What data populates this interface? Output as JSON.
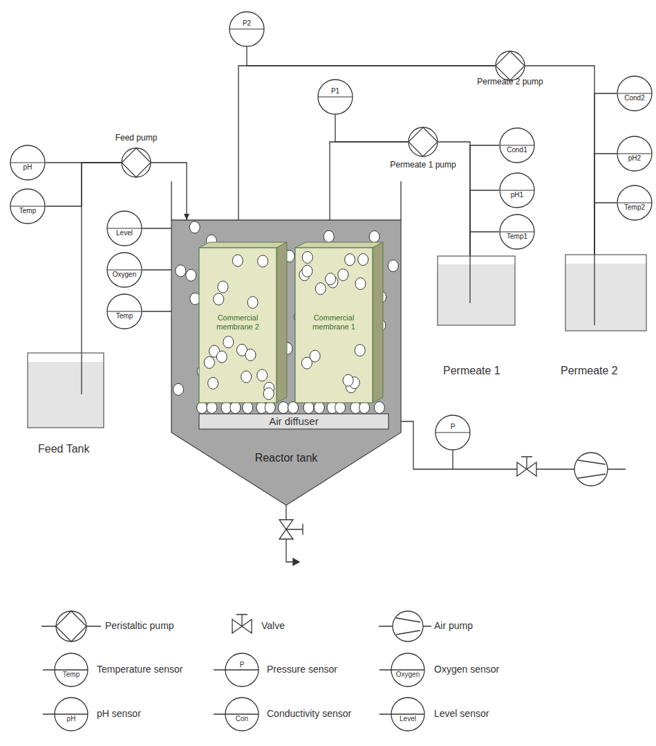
{
  "diagram": {
    "nodes": [
      {
        "text": [
          "P2"
        ]
      },
      {
        "text": [
          "Permeate 2 pump"
        ]
      },
      {
        "text": [
          "Cond2"
        ]
      },
      {
        "text": [
          "P1"
        ]
      },
      {
        "text": [
          "Feed pump"
        ]
      },
      {
        "text": [
          "pH"
        ]
      },
      {
        "text": [
          "Temp"
        ]
      },
      {
        "text": [
          "Reactor tank"
        ]
      },
      {
        "text": [
          "Level"
        ]
      },
      {
        "text": [
          "Oxygen"
        ]
      },
      {
        "text": [
          "Temp"
        ]
      },
      {
        "text": [
          "Commercial membrane 2"
        ],
        "in": 7
      },
      {
        "text": [
          "Commercial membrane 1"
        ],
        "in": 7
      },
      {
        "text": [
          "Permeate 1 pump"
        ]
      },
      {
        "text": [
          "Cond1"
        ]
      },
      {
        "text": [
          "pH2"
        ]
      },
      {
        "text": [
          "pH1"
        ]
      },
      {
        "text": [
          "Temp1"
        ]
      },
      {
        "text": [
          "Temp2"
        ]
      },
      {
        "text": [
          "Feed Tank"
        ]
      },
      {
        "text": [
          "Permeate 1"
        ]
      },
      {
        "text": [
          "Permeate 2"
        ]
      },
      {
        "text": [
          "Air diffuser"
        ],
        "in": 7
      },
      {
        "text": [
          "P"
        ]
      }
    ],
    "edges": [
      {
        "from": 19,
        "to": 4,
        "arrow": "none"
      },
      {
        "from": 4,
        "to": 7,
        "arrow": "to"
      },
      {
        "from": 5,
        "to": 4,
        "arrow": "none"
      },
      {
        "from": 6,
        "to": 4,
        "arrow": "none"
      },
      {
        "from": 8,
        "to": 7,
        "arrow": "none"
      },
      {
        "from": 9,
        "to": 7,
        "arrow": "none"
      },
      {
        "from": 10,
        "to": 7,
        "arrow": "none"
      },
      {
        "from": 11,
        "to": 1,
        "arrow": "none"
      },
      {
        "from": 0,
        "to": 1,
        "arrow": "none"
      },
      {
        "from": 1,
        "to": 21,
        "arrow": "none"
      },
      {
        "from": 2,
        "to": 21,
        "arrow": "none"
      },
      {
        "from": 15,
        "to": 21,
        "arrow": "none"
      },
      {
        "from": 18,
        "to": 21,
        "arrow": "none"
      },
      {
        "from": 12,
        "to": 13,
        "arrow": "none"
      },
      {
        "from": 3,
        "to": 13,
        "arrow": "none"
      },
      {
        "from": 13,
        "to": 20,
        "arrow": "none"
      },
      {
        "from": 14,
        "to": 20,
        "arrow": "none"
      },
      {
        "from": 16,
        "to": 20,
        "arrow": "none"
      },
      {
        "from": 17,
        "to": 20,
        "arrow": "none"
      },
      {
        "from": 23,
        "to": 22,
        "arrow": "none"
      }
    ],
    "labels": [
      "Temp",
      "P",
      "Oxygen",
      "pH",
      "Con",
      "Level"
    ],
    "legend": [
      {
        "text": "Peristaltic pump"
      },
      {
        "text": "Valve"
      },
      {
        "text": "Air pump"
      },
      {
        "text": "Temperature sensor"
      },
      {
        "text": "Pressure sensor"
      },
      {
        "text": "Oxygen sensor"
      },
      {
        "text": "pH sensor"
      },
      {
        "text": "Conductivity sensor"
      },
      {
        "text": "Level sensor"
      }
    ]
  }
}
